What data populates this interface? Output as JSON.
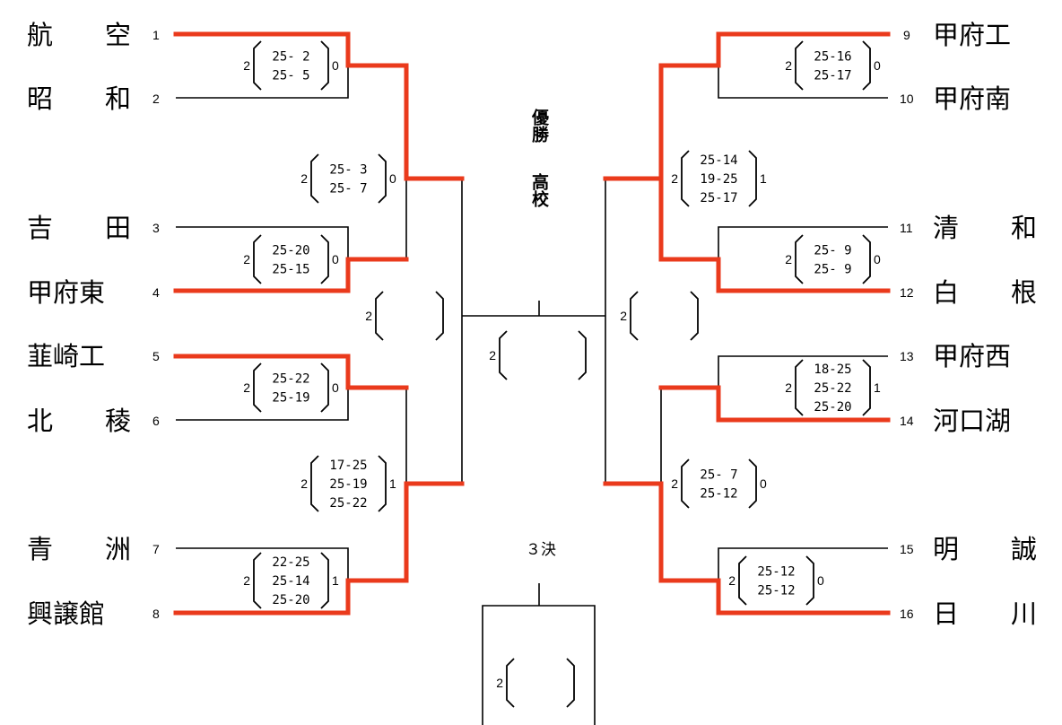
{
  "colors": {
    "winner_line": "#ea3a1c",
    "line": "#000000",
    "background": "#ffffff"
  },
  "teams": [
    {
      "seed": "1",
      "name": "航　　空"
    },
    {
      "seed": "2",
      "name": "昭　　和"
    },
    {
      "seed": "3",
      "name": "吉　　田"
    },
    {
      "seed": "4",
      "name": "甲府東"
    },
    {
      "seed": "5",
      "name": "韮崎工"
    },
    {
      "seed": "6",
      "name": "北　　稜"
    },
    {
      "seed": "7",
      "name": "青　　洲"
    },
    {
      "seed": "8",
      "name": "興譲館"
    },
    {
      "seed": "9",
      "name": "甲府工"
    },
    {
      "seed": "10",
      "name": "甲府南"
    },
    {
      "seed": "11",
      "name": "清　　和"
    },
    {
      "seed": "12",
      "name": "白　　根"
    },
    {
      "seed": "13",
      "name": "甲府西"
    },
    {
      "seed": "14",
      "name": "河口湖"
    },
    {
      "seed": "15",
      "name": "明　　誠"
    },
    {
      "seed": "16",
      "name": "日　　川"
    }
  ],
  "matches": [
    {
      "left_sets": "2",
      "right_sets": "0",
      "scores": [
        "25- 2",
        "25- 5"
      ]
    },
    {
      "left_sets": "2",
      "right_sets": "0",
      "scores": [
        "25-20",
        "25-15"
      ]
    },
    {
      "left_sets": "2",
      "right_sets": "0",
      "scores": [
        "25-22",
        "25-19"
      ]
    },
    {
      "left_sets": "2",
      "right_sets": "1",
      "scores": [
        "22-25",
        "25-14",
        "25-20"
      ]
    },
    {
      "left_sets": "2",
      "right_sets": "0",
      "scores": [
        "25- 3",
        "25- 7"
      ]
    },
    {
      "left_sets": "2",
      "right_sets": "1",
      "scores": [
        "17-25",
        "25-19",
        "25-22"
      ]
    },
    {
      "left_sets": "2",
      "right_sets": "",
      "scores": []
    },
    {
      "left_sets": "2",
      "right_sets": "0",
      "scores": [
        "25-16",
        "25-17"
      ]
    },
    {
      "left_sets": "2",
      "right_sets": "0",
      "scores": [
        "25- 9",
        "25- 9"
      ]
    },
    {
      "left_sets": "2",
      "right_sets": "1",
      "scores": [
        "18-25",
        "25-22",
        "25-20"
      ]
    },
    {
      "left_sets": "2",
      "right_sets": "0",
      "scores": [
        "25-12",
        "25-12"
      ]
    },
    {
      "left_sets": "2",
      "right_sets": "1",
      "scores": [
        "25-14",
        "19-25",
        "25-17"
      ]
    },
    {
      "left_sets": "2",
      "right_sets": "0",
      "scores": [
        "25- 7",
        "25-12"
      ]
    },
    {
      "left_sets": "2",
      "right_sets": "",
      "scores": []
    },
    {
      "left_sets": "2",
      "right_sets": "",
      "scores": []
    },
    {
      "left_sets": "2",
      "right_sets": "",
      "scores": []
    }
  ],
  "champion": {
    "title_line1": "優勝",
    "title_line2": "高校"
  },
  "third_place": {
    "label": "３決"
  }
}
